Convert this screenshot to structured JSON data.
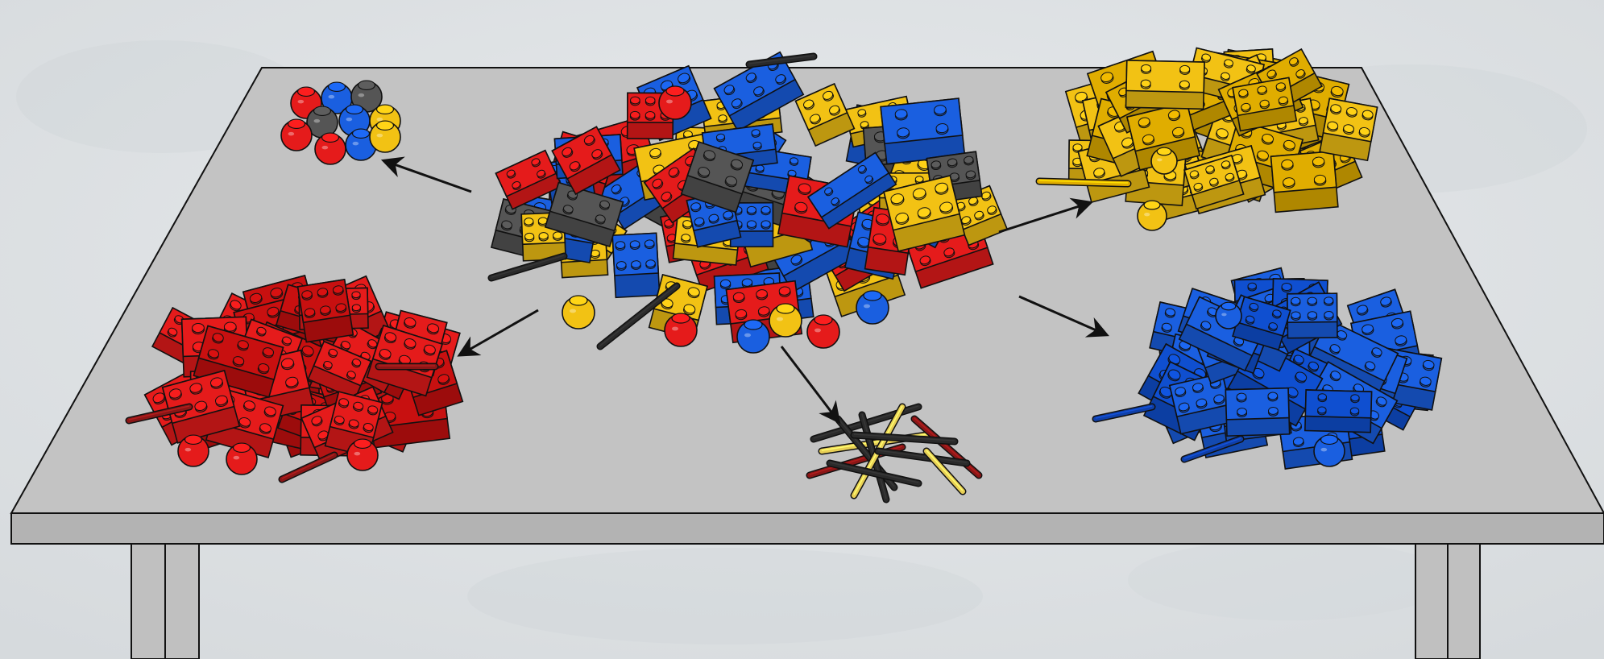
{
  "scene": {
    "description_visible_text": "",
    "colors": {
      "background": "#dfe2e4",
      "background_mottle": "#cfd3d6",
      "table_top": "#c3c3c3",
      "table_edge": "#b3b3b3",
      "table_leg": "#c0c0c0",
      "outline": "#111111",
      "arrow": "#111111"
    },
    "piles": [
      {
        "name": "mixed",
        "colors": [
          "#e51b1b",
          "#1a5fe0",
          "#f2c214",
          "#555555"
        ]
      },
      {
        "name": "round-mixed",
        "colors": [
          "#e51b1b",
          "#1a5fe0",
          "#f2c214",
          "#555555"
        ]
      },
      {
        "name": "yellow",
        "colors": [
          "#f2c214",
          "#e0ad00"
        ]
      },
      {
        "name": "red",
        "colors": [
          "#e51b1b",
          "#c81010"
        ]
      },
      {
        "name": "blue",
        "colors": [
          "#1a5fe0",
          "#0f4fd0"
        ]
      },
      {
        "name": "axles",
        "colors": [
          "#2a2a2a",
          "#8a1616",
          "#e8cf55"
        ]
      }
    ],
    "arrows": [
      "to-round-mixed",
      "to-yellow",
      "to-red",
      "to-axles",
      "to-blue"
    ]
  }
}
